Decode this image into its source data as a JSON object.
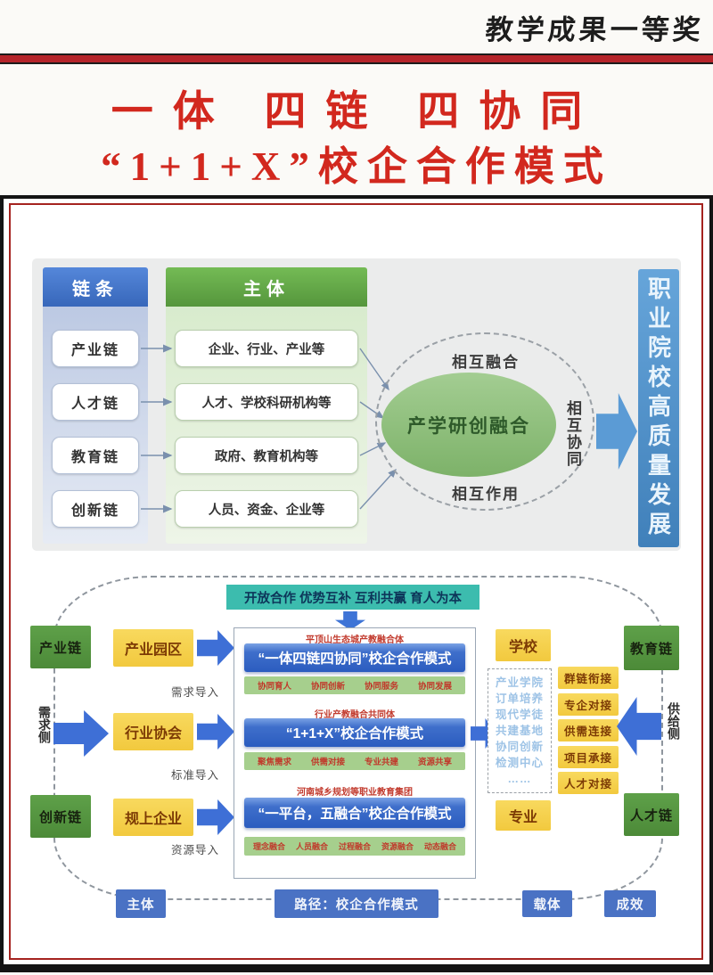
{
  "header": {
    "award_badge": "教学成果一等奖",
    "title_line1": "一体 四链 四协同",
    "title_line2": "“1+1+X”校企合作模式"
  },
  "upper": {
    "chain_header": "链条",
    "subject_header": "主体",
    "chains": [
      "产业链",
      "人才链",
      "教育链",
      "创新链"
    ],
    "subjects": [
      "企业、行业、产业等",
      "人才、学校科研机构等",
      "政府、教育机构等",
      "人员、资金、企业等"
    ],
    "ellipse_core": "产学研创融合",
    "relation_top": "相互融合",
    "relation_right": "相互协同",
    "relation_bottom": "相互作用",
    "outcome_bar": "职业院校高质量发展"
  },
  "lower": {
    "banner": "开放合作 优势互补 互利共赢 育人为本",
    "left_chain_top": "产业链",
    "left_chain_bottom": "创新链",
    "right_chain_top": "教育链",
    "right_chain_bottom": "人才链",
    "demand_side": "需求侧",
    "supply_side": "供给侧",
    "left_boxes": [
      "产业园区",
      "行业协会",
      "规上企业"
    ],
    "import_labels": [
      "需求导入",
      "标准导入",
      "资源导入"
    ],
    "center_rows": [
      {
        "tag": "平顶山生态城产教融合体",
        "model": "“一体四链四协同”校企合作模式",
        "features": [
          "协同育人",
          "协同创新",
          "协同服务",
          "协同发展"
        ]
      },
      {
        "tag": "行业产教融合共同体",
        "model": "“1+1+X”校企合作模式",
        "features": [
          "聚焦需求",
          "供需对接",
          "专业共建",
          "资源共享"
        ]
      },
      {
        "tag": "河南城乡规划等职业教育集团",
        "model": "“一平台，五融合”校企合作模式",
        "features": [
          "理念融合",
          "人员融合",
          "过程融合",
          "资源融合",
          "动态融合"
        ]
      }
    ],
    "school_box": "学校",
    "major_box": "专业",
    "carrier_list": [
      "产业学院",
      "订单培养",
      "现代学徒",
      "共建基地",
      "协同创新",
      "检测中心",
      "……"
    ],
    "right_items": [
      "群链衔接",
      "专企对接",
      "供需连接",
      "项目承接",
      "人才对接"
    ],
    "bottom_nodes": [
      "主体",
      "路径：校企合作模式",
      "载体",
      "成效"
    ]
  },
  "colors": {
    "title_red": "#d2281e",
    "frame_red": "#a5231f",
    "chain_blue": "#3f72c8",
    "subject_green": "#62a844",
    "ellipse_green": "#8fc380",
    "outcome_blue": "#4f97cb",
    "banner_teal": "#3cbcae",
    "node_green": "#55963f",
    "node_yellow": "#f6cf4b",
    "arrow_blue": "#3e6fd6",
    "model_bar_blue": "#2f62c0",
    "feature_green": "#a6cf8d",
    "feature_text_red": "#c0392b",
    "bottom_node_blue": "#4a72c4"
  }
}
